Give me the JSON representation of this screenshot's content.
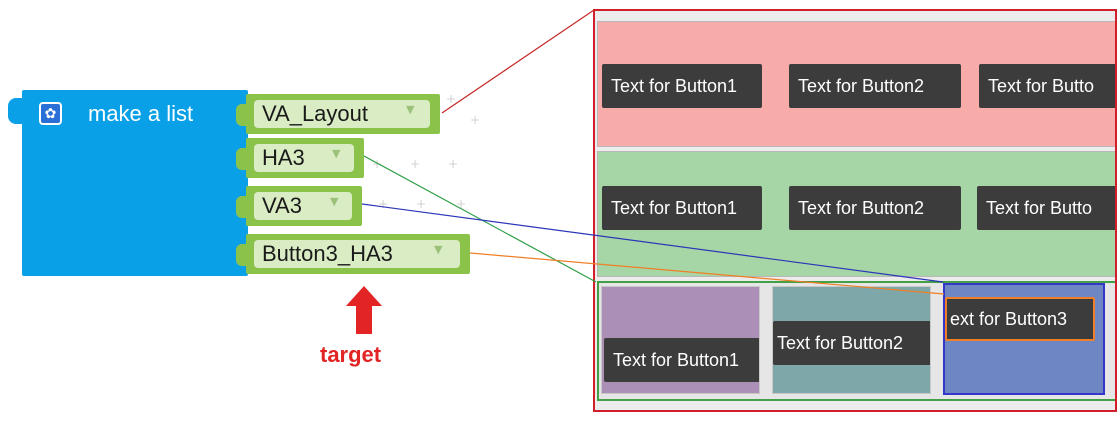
{
  "blocks": {
    "list_block": {
      "label": "make a list",
      "icon": "gear-icon",
      "color": "#0aa0e8"
    },
    "components": [
      {
        "name": "VA_Layout"
      },
      {
        "name": "HA3"
      },
      {
        "name": "VA3"
      },
      {
        "name": "Button3_HA3"
      }
    ],
    "component_color": "#8bc34a",
    "dropdown_icon": "triangle-down-icon"
  },
  "target": {
    "label": "target",
    "color": "#e22424",
    "icon": "up-arrow-icon"
  },
  "layout_preview": {
    "va_layout_row": {
      "color": "#f7aca9",
      "buttons": [
        "Text for Button1",
        "Text for Button2",
        "Text for Butto"
      ]
    },
    "ha3_row": {
      "color": "#a6d6a6",
      "buttons": [
        "Text for Button1",
        "Text for Button2",
        "Text for Butto"
      ]
    },
    "va3_row": {
      "cells": [
        {
          "color": "#ab8fb6",
          "button": "Text for Button1"
        },
        {
          "color": "#7ea7a9",
          "button": "Text for Button2"
        },
        {
          "color": "#6e86c4",
          "button": "ext for Button3"
        }
      ]
    }
  },
  "connectors": {
    "va_layout_color": "#c62828",
    "ha3_color": "#2e9e46",
    "va3_color": "#2c36b8",
    "button3_color": "#ef7f26"
  }
}
